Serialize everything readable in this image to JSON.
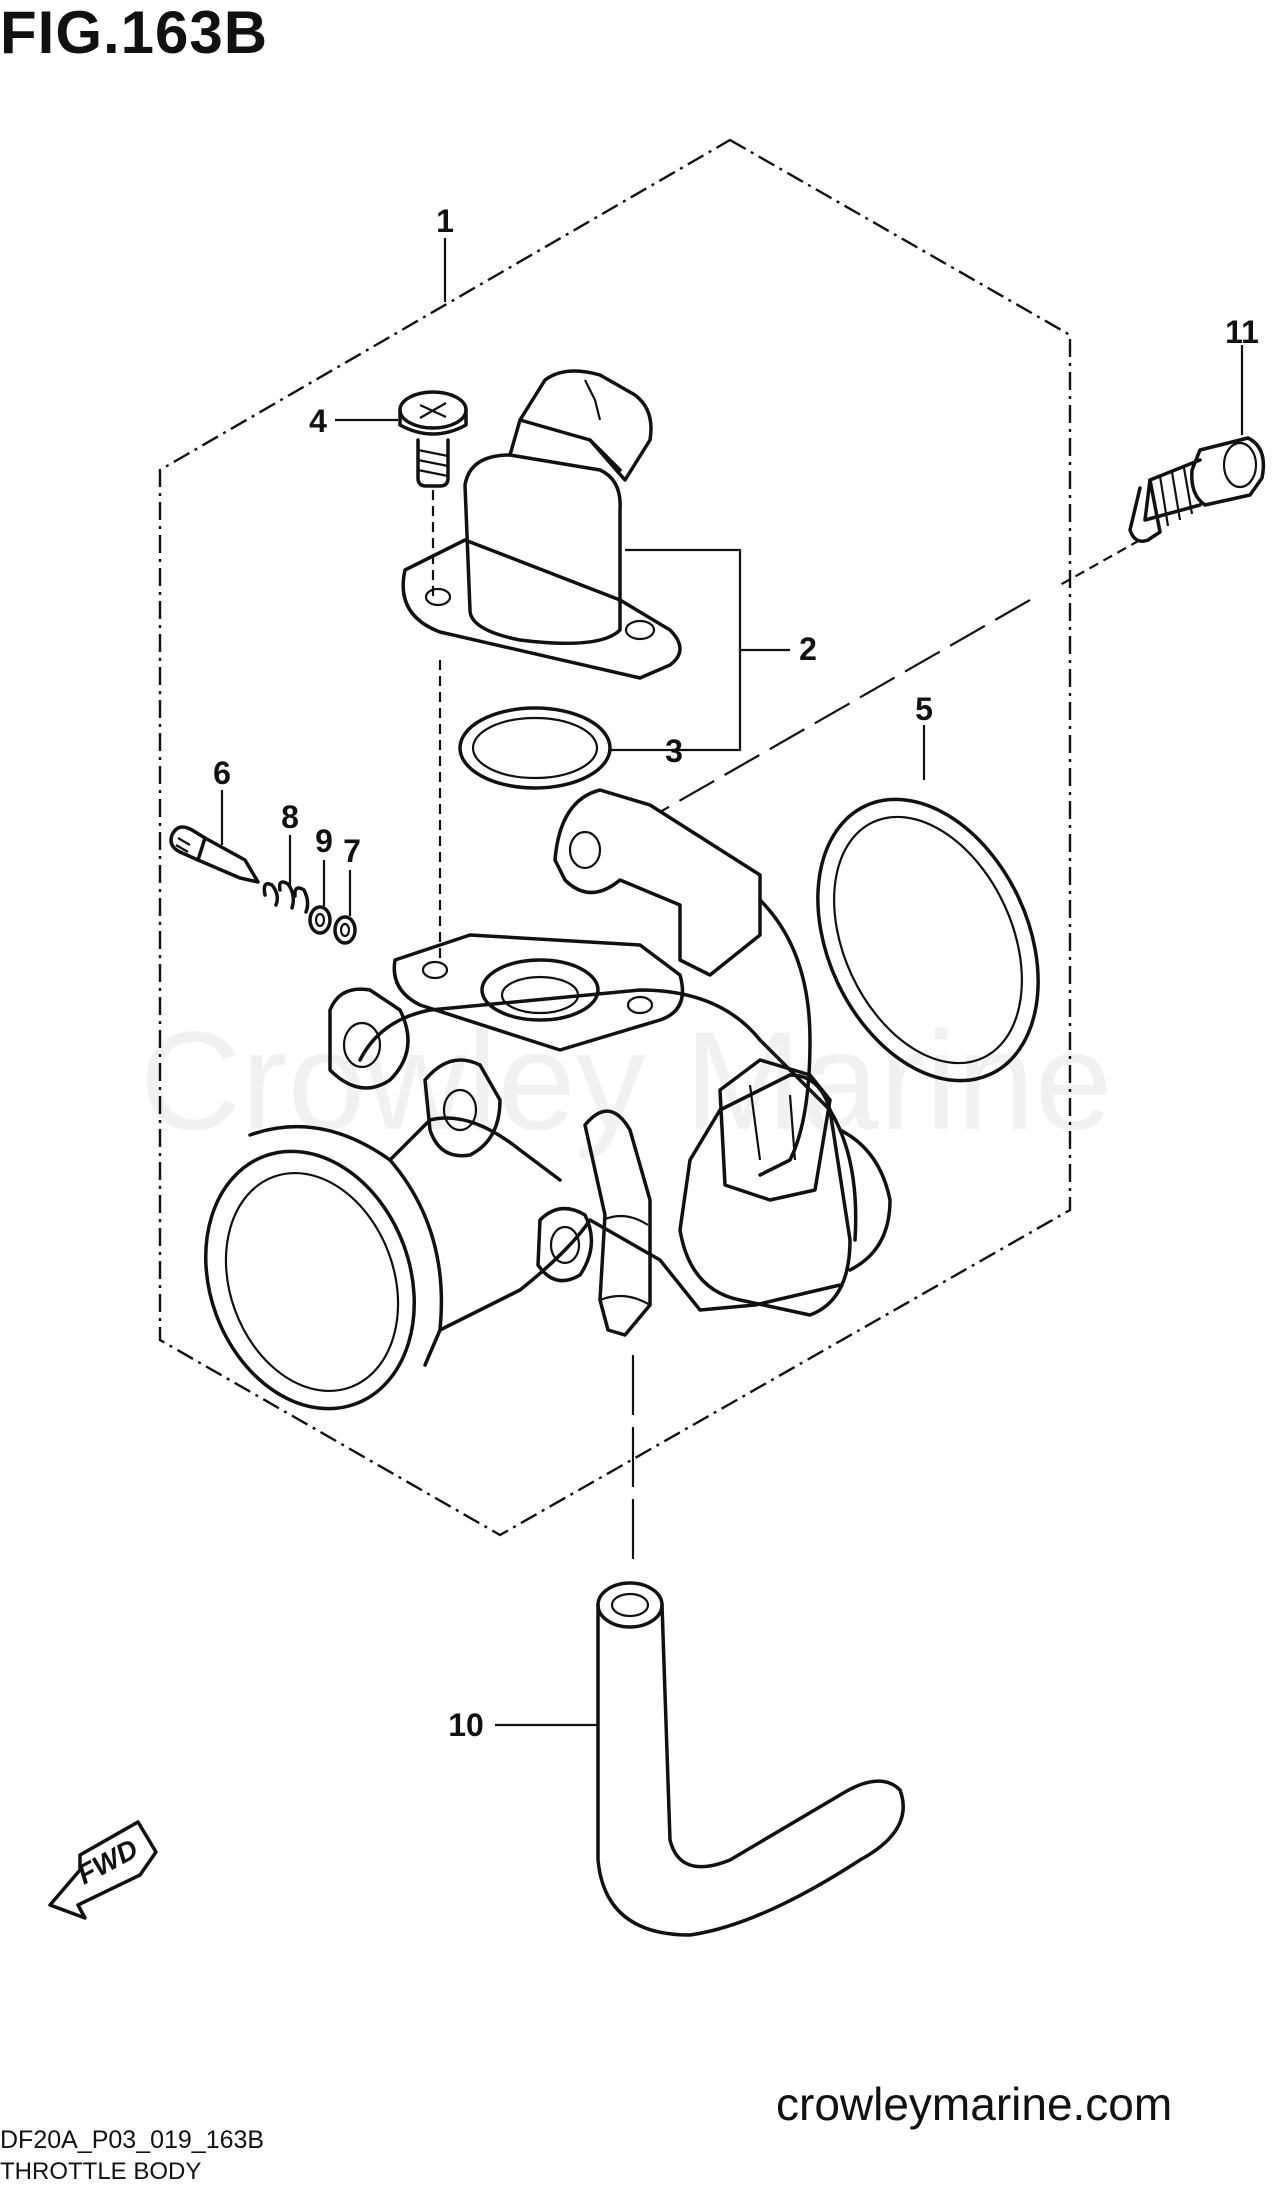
{
  "title": "FIG.163B",
  "watermark": "Crowley Marine",
  "site": "crowleymarine.com",
  "diagram_code": "DF20A_P03_019_163B",
  "subtitle": "THROTTLE BODY",
  "fwd_label": "FWD",
  "callouts": [
    {
      "id": "1",
      "label": "1"
    },
    {
      "id": "2",
      "label": "2"
    },
    {
      "id": "3",
      "label": "3"
    },
    {
      "id": "4",
      "label": "4"
    },
    {
      "id": "5",
      "label": "5"
    },
    {
      "id": "6",
      "label": "6"
    },
    {
      "id": "7",
      "label": "7"
    },
    {
      "id": "8",
      "label": "8"
    },
    {
      "id": "9",
      "label": "9"
    },
    {
      "id": "10",
      "label": "10"
    },
    {
      "id": "11",
      "label": "11"
    }
  ]
}
